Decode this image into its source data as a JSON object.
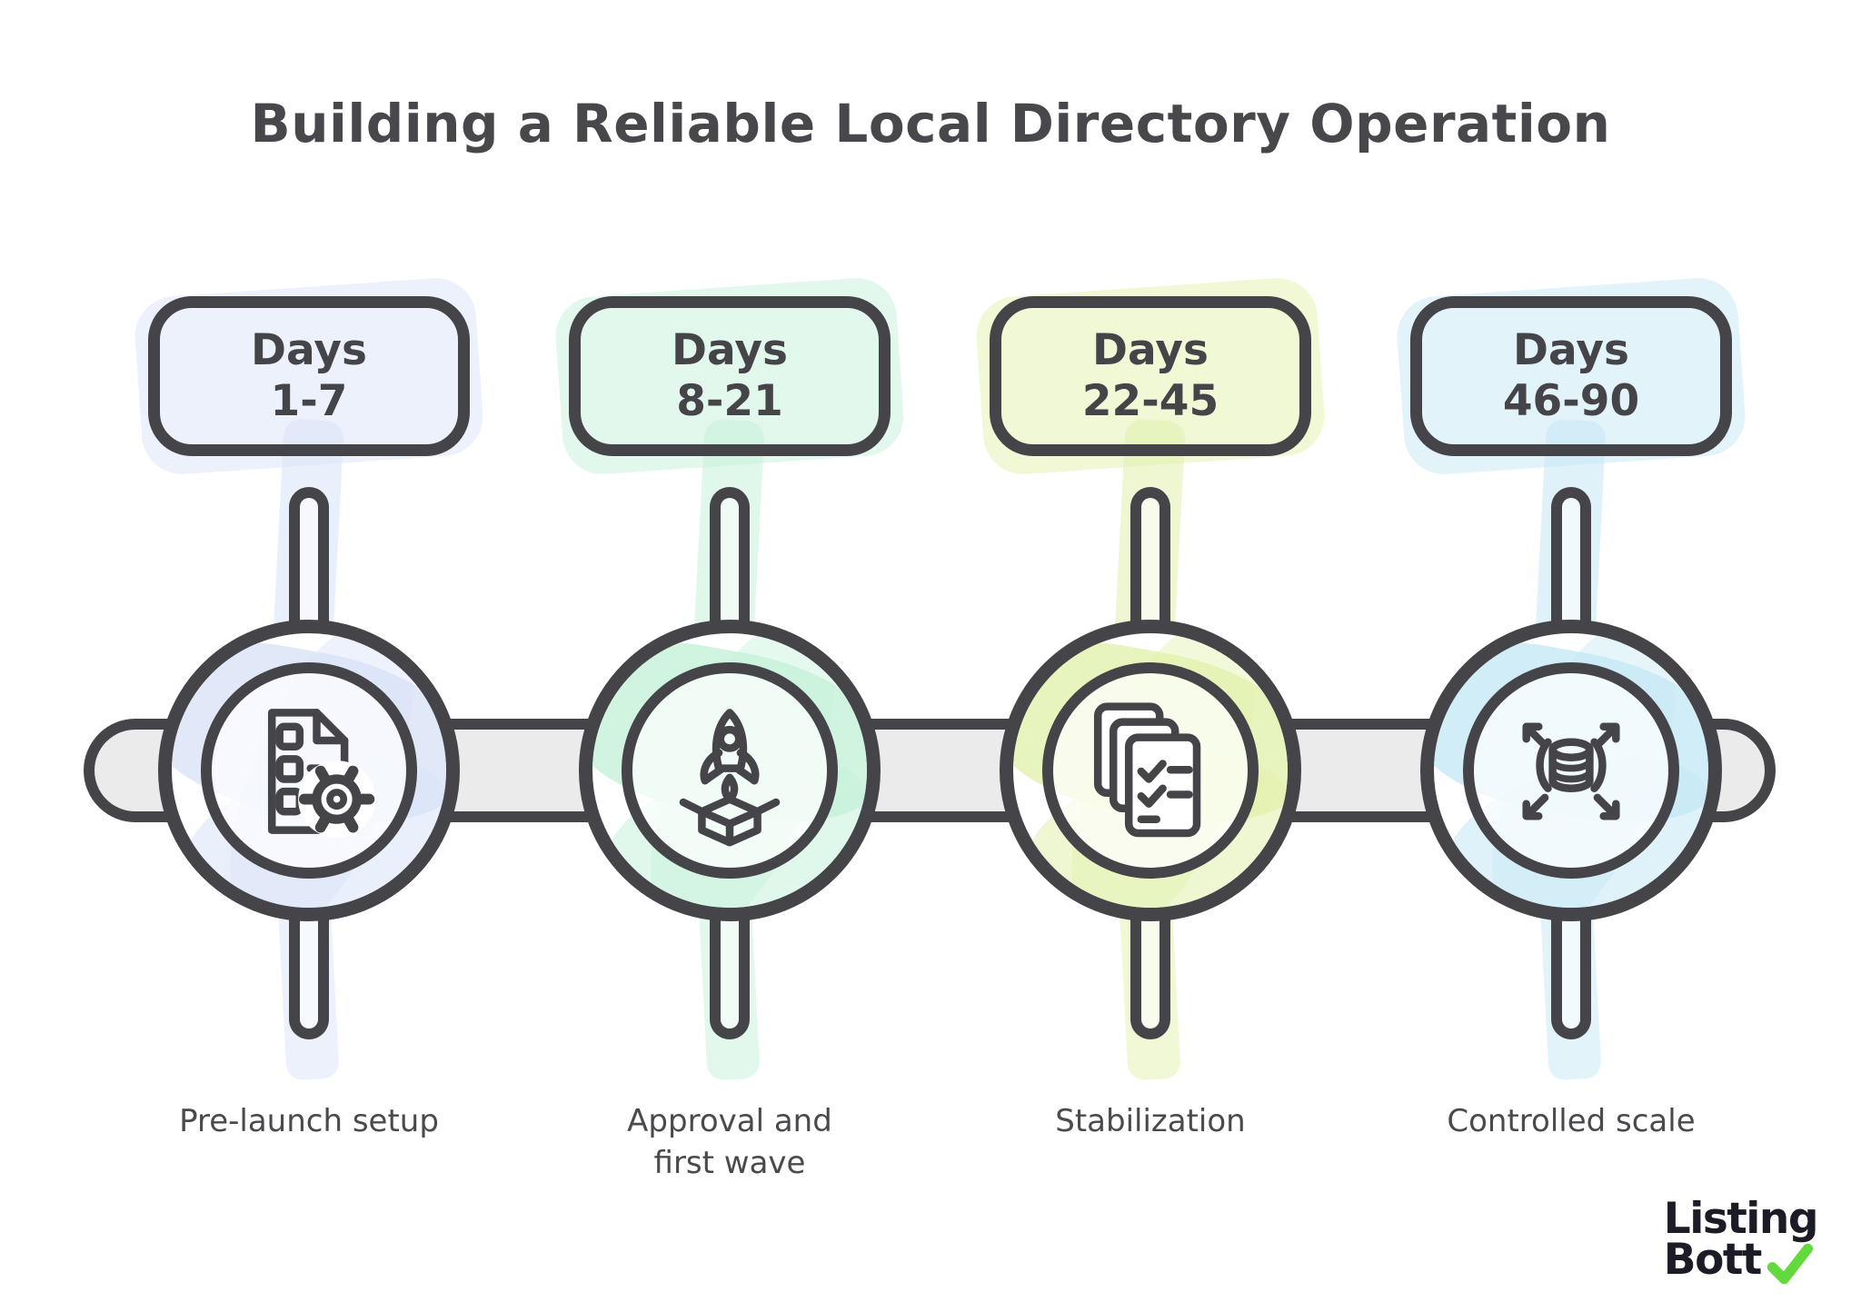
{
  "title": "Building a Reliable Local Directory Operation",
  "timeline": {
    "stages": [
      {
        "period_label": "Days",
        "period_range": "1-7",
        "caption": "Pre-launch setup",
        "color": "#d9e3f8",
        "icon": "document-checklist-gear-icon"
      },
      {
        "period_label": "Days",
        "period_range": "8-21",
        "caption": "Approval and first wave",
        "color": "#c6f1da",
        "icon": "rocket-launch-icon"
      },
      {
        "period_label": "Days",
        "period_range": "22-45",
        "caption": "Stabilization",
        "color": "#e2f1ad",
        "icon": "documents-checkmarks-icon"
      },
      {
        "period_label": "Days",
        "period_range": "46-90",
        "caption": "Controlled scale",
        "color": "#c5e8f5",
        "icon": "database-scale-arrows-icon"
      }
    ]
  },
  "brand": {
    "name_line1": "Listing",
    "name_line2": "Bott",
    "checkmark_color": "#62d93c"
  },
  "colors": {
    "outline": "#454549",
    "text": "#4a4a4e",
    "track_fill": "#ebebeb",
    "background": "#ffffff"
  }
}
